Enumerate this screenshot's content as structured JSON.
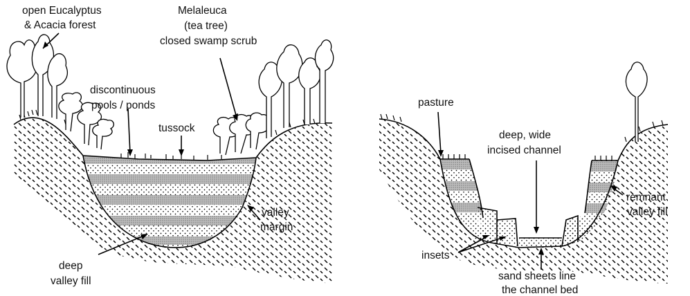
{
  "left_panel": {
    "labels": {
      "forest_l1": "open Eucalyptus",
      "forest_l2": "& Acacia forest",
      "melaleuca_l1": "Melaleuca",
      "melaleuca_l2": "(tea tree)",
      "melaleuca_l3": "closed swamp scrub",
      "pools_l1": "discontinuous",
      "pools_l2": "pools / ponds",
      "tussock": "tussock",
      "margin_l1": "valley",
      "margin_l2": "margin",
      "fill_l1": "deep",
      "fill_l2": "valley fill"
    }
  },
  "right_panel": {
    "labels": {
      "pasture": "pasture",
      "channel_l1": "deep, wide",
      "channel_l2": "incised channel",
      "remnant_l1": "remnant",
      "remnant_l2": "valley fill",
      "insets": "insets",
      "sand_l1": "sand sheets line",
      "sand_l2": "the channel bed"
    }
  }
}
